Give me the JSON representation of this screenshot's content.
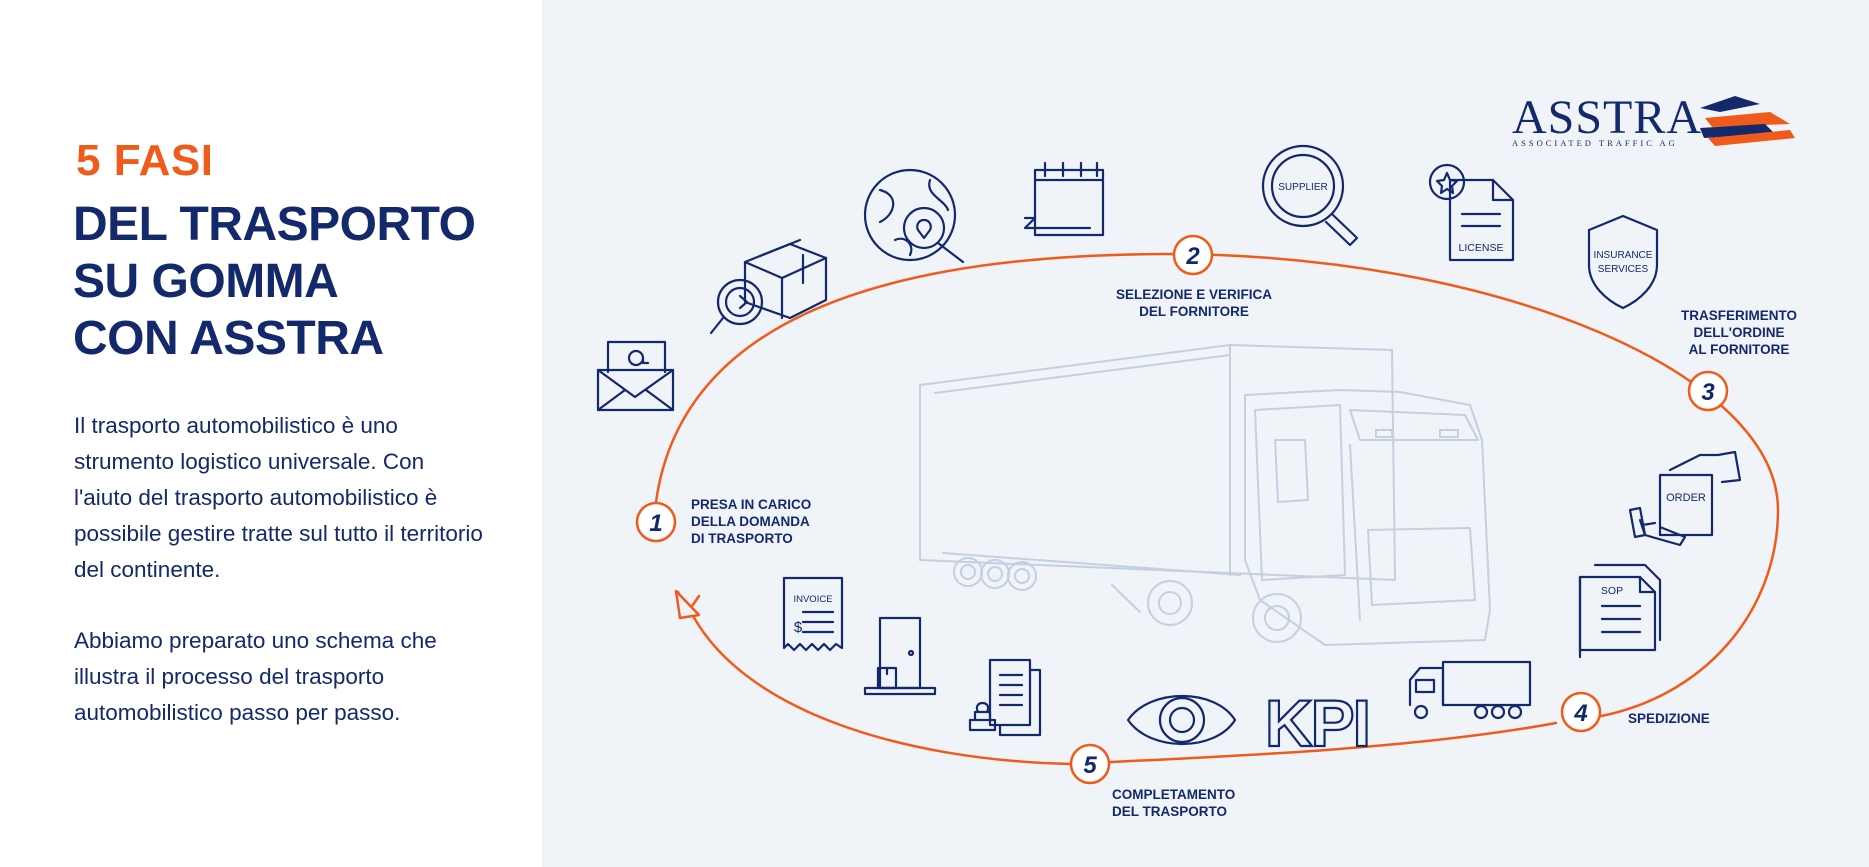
{
  "heading": {
    "line1": "5 FASI",
    "line2": "DEL TRASPORTO",
    "line3": "SU GOMMA",
    "line4": "CON ASSTRA"
  },
  "paragraphs": {
    "p1": "Il trasporto automobilistico è uno strumento logistico universale. Con l'aiuto del trasporto automobilistico è possibile gestire tratte sul tutto il territorio del continente.",
    "p2": "Abbiamo preparato uno schema che illustra il processo del trasporto automobilistico passo per passo."
  },
  "logo": {
    "name": "ASSTRA",
    "tagline": "ASSOCIATED TRAFFIC AG"
  },
  "steps": {
    "s1": {
      "number": "1",
      "label": [
        "PRESA IN CARICO",
        "DELLA DOMANDA",
        "DI TRASPORTO"
      ]
    },
    "s2": {
      "number": "2",
      "label": [
        "SELEZIONE E VERIFICA",
        "DEL FORNITORE"
      ]
    },
    "s3": {
      "number": "3",
      "label": [
        "TRASFERIMENTO",
        "DELL'ORDINE",
        "AL FORNITORE"
      ]
    },
    "s4": {
      "number": "4",
      "label": [
        "SPEDIZIONE"
      ]
    },
    "s5": {
      "number": "5",
      "label": [
        "COMPLETAMENTO",
        "DEL TRASPORTO"
      ]
    }
  },
  "icon_labels": {
    "supplier": "SUPPLIER",
    "license": "LICENSE",
    "insurance1": "INSURANCE",
    "insurance2": "SERVICES",
    "order": "ORDER",
    "sop": "SOP",
    "kpi": "KPI",
    "invoice": "INVOICE",
    "dollar": "$"
  },
  "colors": {
    "navy": "#13296b",
    "orange": "#f05a1a",
    "panel": "#f0f3f8",
    "truck": "#c3d0e0"
  }
}
